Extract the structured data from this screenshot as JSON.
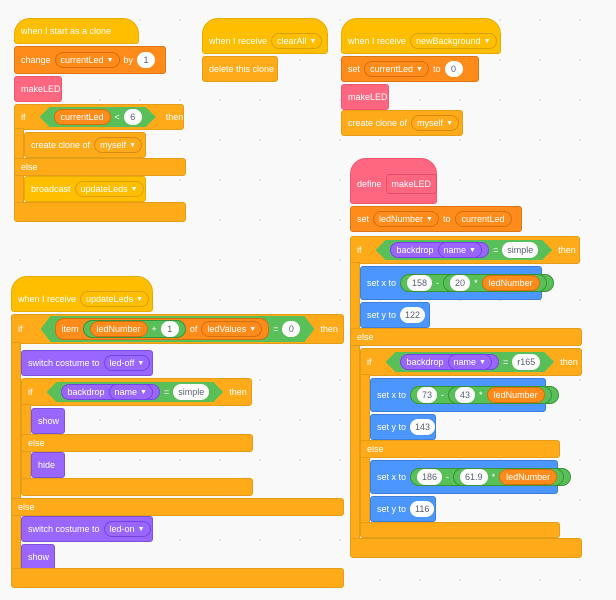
{
  "clone_script": {
    "hat": "when I start as a clone",
    "change_label": "change",
    "change_var": "currentLed",
    "change_by_label": "by",
    "change_by_value": "1",
    "makeled": "makeLED",
    "if_label": "if",
    "cond_var": "currentLed",
    "cond_op": "<",
    "cond_value": "6",
    "then_label": "then",
    "create_clone_label": "create clone of",
    "create_clone_target": "myself",
    "else_label": "else",
    "broadcast_label": "broadcast",
    "broadcast_msg": "updateLeds"
  },
  "clearall_script": {
    "hat": "when I receive",
    "message": "clearAll",
    "delete_label": "delete this clone"
  },
  "newbg_script": {
    "hat": "when I receive",
    "message": "newBackground",
    "set_label": "set",
    "set_var": "currentLed",
    "to_label": "to",
    "set_value": "0",
    "makeled": "makeLED",
    "create_clone_label": "create clone of",
    "create_clone_target": "myself"
  },
  "define_script": {
    "define_label": "define",
    "define_name": "makeLED",
    "set_label": "set",
    "set_var": "ledNumber",
    "to_label": "to",
    "set_to_var": "currentLed",
    "if_label": "if",
    "backdrop_label": "backdrop",
    "backdrop_prop": "name",
    "eq": "=",
    "cond1_value": "simple",
    "then_label": "then",
    "setx_label": "set x to",
    "x1_a": "158",
    "x1_minus": "-",
    "x1_b": "20",
    "x1_times": "*",
    "x1_var": "ledNumber",
    "sety_label": "set y to",
    "y1": "122",
    "else_label": "else",
    "cond2_value": "r165",
    "x2_a": "73",
    "x2_b": "43",
    "y2": "143",
    "x3_a": "186",
    "x3_b": "61.9",
    "y3": "116"
  },
  "updateleds_script": {
    "hat": "when I receive",
    "message": "updateLeds",
    "if_label": "if",
    "item_label": "item",
    "item_var": "ledNumber",
    "plus": "+",
    "plus_value": "1",
    "of_label": "of",
    "list_name": "ledValues",
    "eq": "=",
    "eq_value": "0",
    "then_label": "then",
    "switch_label": "switch costume to",
    "costume_off": "led-off",
    "backdrop_label": "backdrop",
    "backdrop_prop": "name",
    "cond_value": "simple",
    "show_label": "show",
    "else_label": "else",
    "hide_label": "hide",
    "costume_on": "led-on"
  }
}
